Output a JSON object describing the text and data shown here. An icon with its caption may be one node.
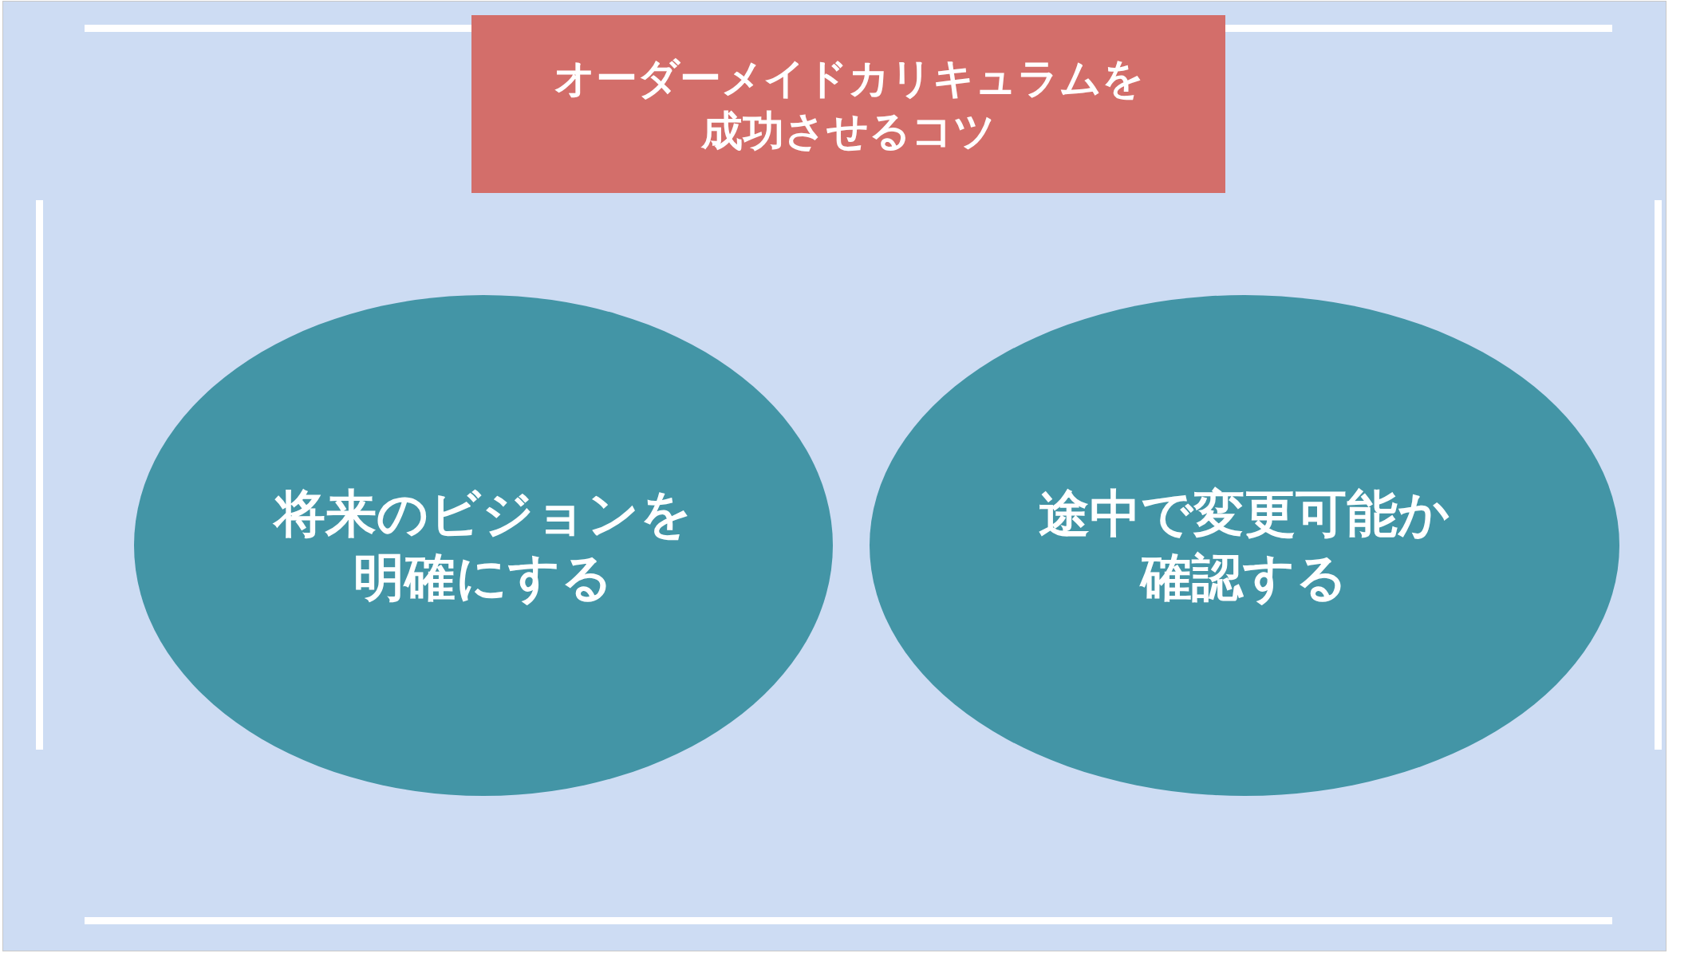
{
  "diagram": {
    "title": "オーダーメイドカリキュラムを成功させるコツ",
    "nodes": [
      {
        "text": [
          "将来のビジョンを明確にする"
        ]
      },
      {
        "text": [
          "途中で変更可能か確認する"
        ]
      }
    ]
  }
}
